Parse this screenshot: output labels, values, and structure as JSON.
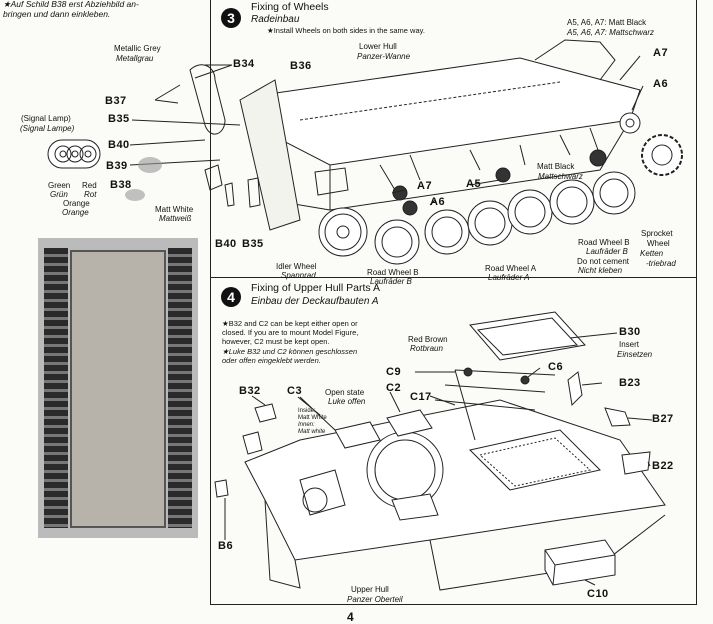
{
  "top_left_note": {
    "line1": "★Auf Schild B38 erst Abziehbild an-",
    "line2": "bringen und dann einkleben."
  },
  "step3": {
    "number": "3",
    "title_en": "Fixing of Wheels",
    "title_de": "Radeinbau",
    "note": "★Install Wheels on both sides in the same way.",
    "color_note_1": "A5, A6, A7: Matt Black",
    "color_note_2": "A5, A6, A7: Mattschwarz",
    "lower_hull_en": "Lower Hull",
    "lower_hull_de": "Panzer-Wanne",
    "metallic_grey_en": "Metallic Grey",
    "metallic_grey_de": "Metallgrau",
    "signal_lamp_en": "(Signal Lamp)",
    "signal_lamp_de": "(Signal Lampe)",
    "green_en": "Green",
    "green_de": "Grün",
    "red_en": "Red",
    "red_de": "Rot",
    "orange_en": "Orange",
    "orange_de": "Orange",
    "matt_white_en": "Matt White",
    "matt_white_de": "Mattweiß",
    "matt_black_en": "Matt Black",
    "matt_black_de": "Mattschwarz",
    "idler_en": "Idler Wheel",
    "idler_de": "Spannrad",
    "roadwheel_b_en": "Road Wheel B",
    "roadwheel_b_de": "Laufräder B",
    "roadwheel_a_en": "Road Wheel A",
    "roadwheel_a_de": "Laufräder A",
    "rwb2_en": "Road Wheel B",
    "rwb2_de": "Laufräder B",
    "do_not_cement_en": "Do not cement",
    "do_not_cement_de": "Nicht kleben",
    "sprocket_en1": "Sprocket",
    "sprocket_en2": "Wheel",
    "sprocket_de1": "Ketten",
    "sprocket_de2": "-triebrad",
    "parts": {
      "b34": "B34",
      "b36": "B36",
      "b37": "B37",
      "b35": "B35",
      "b40": "B40",
      "b39": "B39",
      "b38": "B38",
      "b40b": "B40",
      "b35b": "B35",
      "a7": "A7",
      "a6": "A6",
      "a7b": "A7",
      "a6b": "A6",
      "a5": "A5"
    }
  },
  "step4": {
    "number": "4",
    "title_en": "Fixing of Upper Hull Parts A",
    "title_de": "Einbau der Deckaufbauten A",
    "note_en_1": "★B32 and C2 can be kept either open or",
    "note_en_2": "closed. If you are to mount Model Figure,",
    "note_en_3": "however, C2 must be kept open.",
    "note_de_1": "★Luke B32 und C2 können geschlossen",
    "note_de_2": "oder offen eingeklebt werden.",
    "red_brown_en": "Red Brown",
    "red_brown_de": "Rotbraun",
    "insert_en": "Insert",
    "insert_de": "Einsetzen",
    "open_state_en": "Open state",
    "open_state_de": "Luke offen",
    "inside_1": "Inside:",
    "inside_2": "Matt White",
    "inside_3": "Innen:",
    "inside_4": "Matt white",
    "upper_hull_en": "Upper Hull",
    "upper_hull_de": "Panzer Oberteil",
    "parts": {
      "b30": "B30",
      "c6": "C6",
      "c9": "C9",
      "b23": "B23",
      "c17": "C17",
      "b32": "B32",
      "c3": "C3",
      "c2": "C2",
      "b27": "B27",
      "b22": "B22",
      "b6": "B6",
      "c10": "C10"
    }
  },
  "page_number": "4"
}
